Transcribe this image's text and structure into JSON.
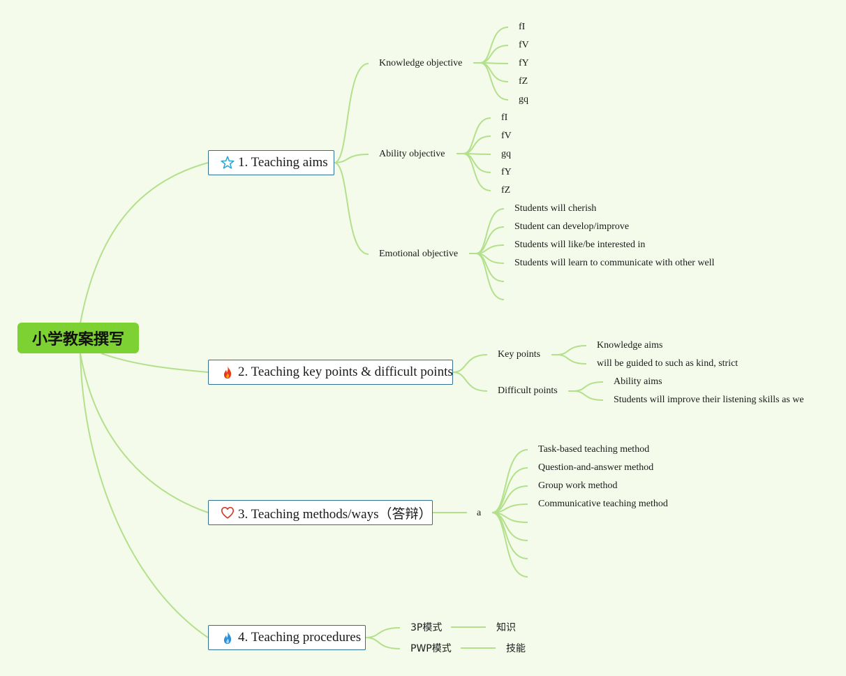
{
  "root": {
    "label": "小学教案撰写"
  },
  "aims": {
    "label": "1. Teaching aims",
    "icon": "star-icon",
    "knowledge": {
      "label": "Knowledge objective",
      "items": [
        "fI",
        "fV",
        "fY",
        "fZ",
        "gq"
      ]
    },
    "ability": {
      "label": "Ability objective",
      "items": [
        "fI",
        "fV",
        "gq",
        "fY",
        "fZ"
      ]
    },
    "emotional": {
      "label": "Emotional objective",
      "items": [
        "Students will cherish",
        "Student can develop/improve",
        "Students will like/be interested in",
        "Students will learn to communicate with other well",
        "",
        ""
      ]
    }
  },
  "points": {
    "label": "2. Teaching key points & difficult points",
    "icon": "fire-red-icon",
    "key": {
      "label": "Key points",
      "items": [
        "Knowledge aims",
        "will be guided to such as kind, strict"
      ]
    },
    "difficult": {
      "label": "Difficult points",
      "items": [
        "Ability aims",
        "Students will improve their listening skills as we"
      ]
    }
  },
  "methods": {
    "label": "3. Teaching methods/ways（答辩）",
    "icon": "heart-icon",
    "sub": {
      "label": "a",
      "items": [
        "Task-based teaching method",
        "Question-and-answer method",
        "Group work method",
        "Communicative teaching method",
        "",
        "",
        "",
        ""
      ]
    }
  },
  "procedures": {
    "label": "4. Teaching procedures",
    "icon": "fire-blue-icon",
    "p3": {
      "label": "3P模式",
      "child": "知识"
    },
    "pwp": {
      "label": "PWP模式",
      "child": "技能"
    }
  },
  "colors": {
    "background": "#f4fbea",
    "root_fill": "#7ed132",
    "connector": "#b3e08c",
    "topic_border": "#2f6f92",
    "star": "#2aa6d8",
    "fire_red": "#e8381b",
    "heart": "#d23a2c",
    "fire_blue": "#2f8fd8"
  }
}
